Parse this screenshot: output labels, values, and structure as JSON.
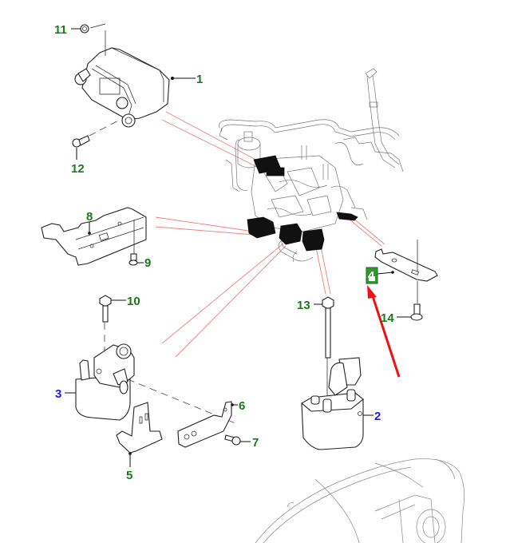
{
  "diagram": {
    "title": "",
    "callouts": [
      {
        "id": "1",
        "label": "1",
        "color": "#1a7a1a"
      },
      {
        "id": "2",
        "label": "2",
        "color": "#1a1aff"
      },
      {
        "id": "3",
        "label": "3",
        "color": "#1a1aff"
      },
      {
        "id": "4",
        "label": "4",
        "color": "#ffffff",
        "highlight_bg": "#2e9a2e",
        "selected": true
      },
      {
        "id": "5",
        "label": "5",
        "color": "#1a7a1a"
      },
      {
        "id": "6",
        "label": "6",
        "color": "#1a7a1a"
      },
      {
        "id": "7",
        "label": "7",
        "color": "#1a7a1a"
      },
      {
        "id": "8",
        "label": "8",
        "color": "#1a7a1a"
      },
      {
        "id": "9",
        "label": "9",
        "color": "#1a7a1a"
      },
      {
        "id": "10",
        "label": "10",
        "color": "#1a7a1a"
      },
      {
        "id": "11",
        "label": "11",
        "color": "#1a7a1a"
      },
      {
        "id": "12",
        "label": "12",
        "color": "#1a7a1a"
      },
      {
        "id": "13",
        "label": "13",
        "color": "#1a7a1a"
      },
      {
        "id": "14",
        "label": "14",
        "color": "#1a7a1a"
      }
    ],
    "colors": {
      "callout_green": "#1a7a1a",
      "callout_blue": "#1a1aff",
      "highlight_green": "#2e9a2e",
      "pointer_arrow": "#ee1111",
      "reference_lines": "#f08080"
    },
    "parts": [
      {
        "ref": "1",
        "name": "cooler"
      },
      {
        "ref": "2",
        "name": "module-2"
      },
      {
        "ref": "3",
        "name": "valve-module-3"
      },
      {
        "ref": "4",
        "name": "bracket-4"
      },
      {
        "ref": "5",
        "name": "bracket-5"
      },
      {
        "ref": "6",
        "name": "bracket-6"
      },
      {
        "ref": "7",
        "name": "bolt-7"
      },
      {
        "ref": "8",
        "name": "bracket-8"
      },
      {
        "ref": "9",
        "name": "bolt-9"
      },
      {
        "ref": "10",
        "name": "bolt-10"
      },
      {
        "ref": "11",
        "name": "nut-11"
      },
      {
        "ref": "12",
        "name": "bolt-12"
      },
      {
        "ref": "13",
        "name": "bolt-13"
      },
      {
        "ref": "14",
        "name": "bolt-14"
      }
    ]
  }
}
